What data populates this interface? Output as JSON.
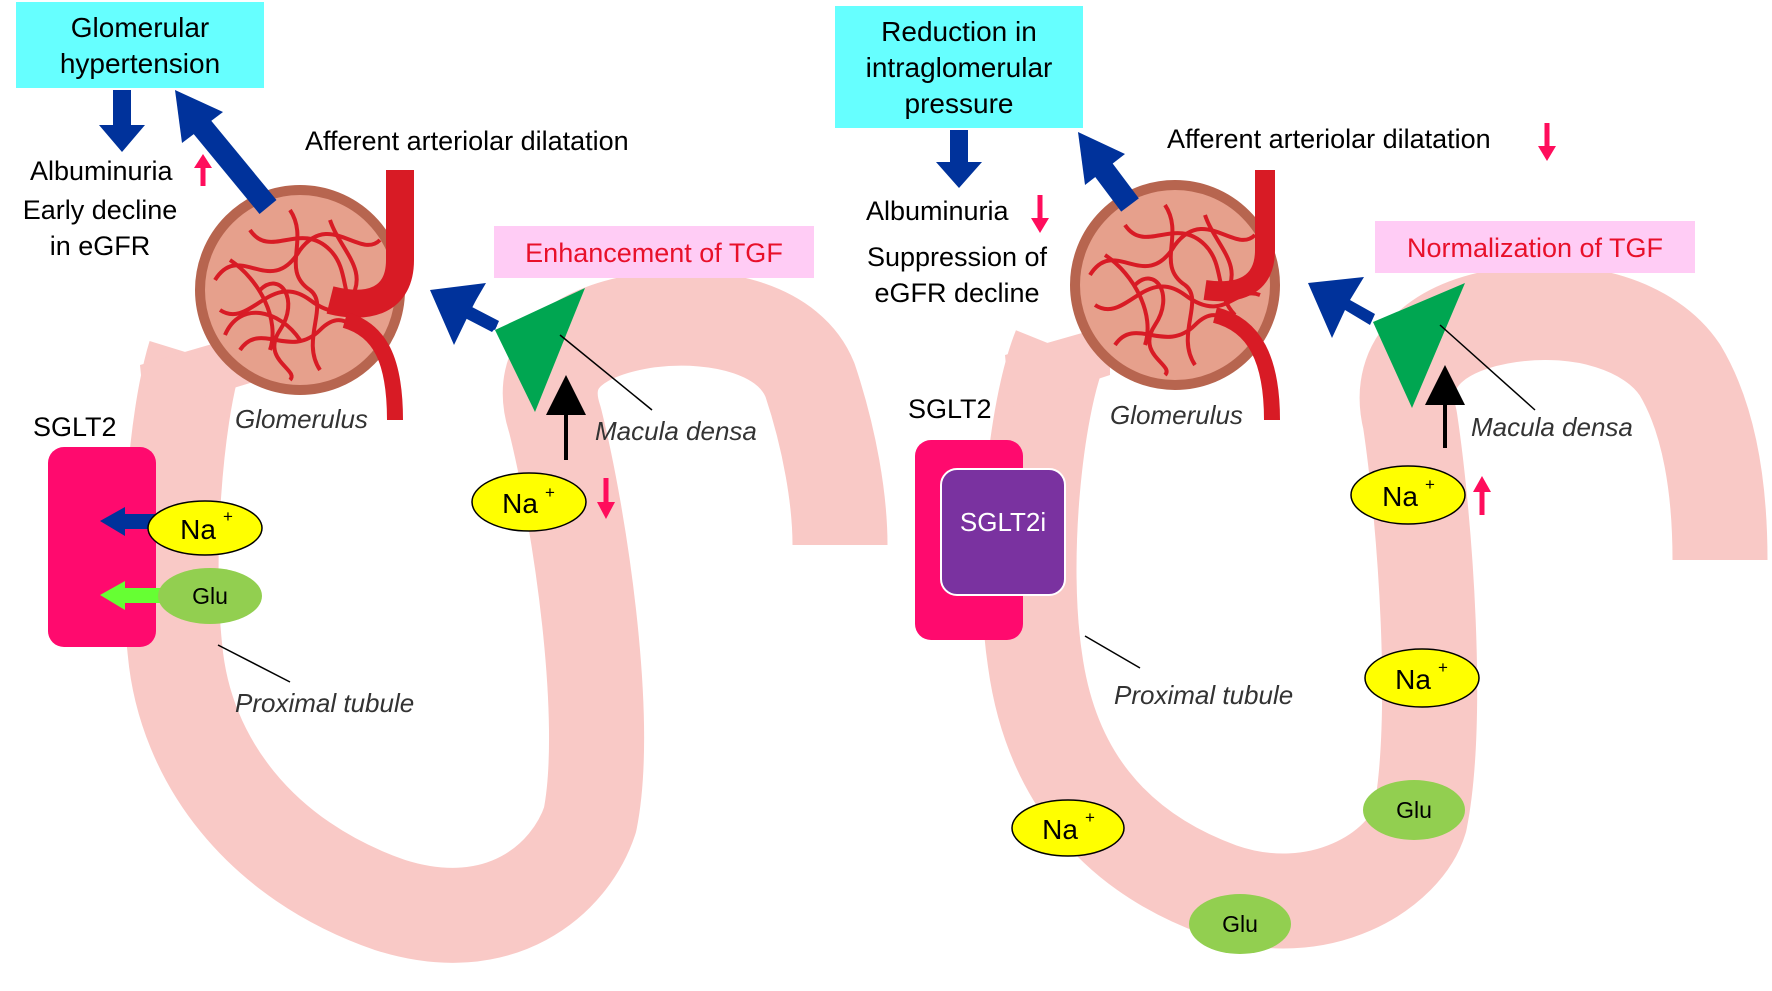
{
  "colors": {
    "tubule": "#f9c9c6",
    "cyan_box": "#66ffff",
    "pink_box": "#ffccf5",
    "blue_arrow": "#00329b",
    "red_text": "#ff0d2a",
    "up_down_arrow": "#ff0d5c",
    "sglt2": "#ff0a6e",
    "sglt2i": "#7a32a0",
    "na_ion": "#ffff00",
    "glu": "#92cf50",
    "macula_densa": "#00a651",
    "glomerulus_fill": "#e6a08c",
    "glomerulus_ring": "#b7654f",
    "vessel": "#d81b25",
    "glu_arrow": "#66ff33"
  },
  "left": {
    "glomerular_hypertension_l1": "Glomerular",
    "glomerular_hypertension_l2": "hypertension",
    "albuminuria": "Albuminuria",
    "early_decline_l1": "Early decline",
    "early_decline_l2": "in eGFR",
    "afferent": "Afferent arteriolar dilatation",
    "tgf": "Enhancement of TGF",
    "sglt2": "SGLT2",
    "glomerulus": "Glomerulus",
    "macula_densa": "Macula densa",
    "proximal_tubule": "Proximal tubule",
    "na": "Na",
    "na_sup": "+",
    "glu": "Glu"
  },
  "right": {
    "reduction_l1": "Reduction in",
    "reduction_l2": "intraglomerular",
    "reduction_l3": "pressure",
    "albuminuria": "Albuminuria",
    "suppression_l1": "Suppression of",
    "suppression_l2": "eGFR decline",
    "afferent": "Afferent arteriolar dilatation",
    "tgf": "Normalization of TGF",
    "sglt2": "SGLT2",
    "sglt2i": "SGLT2i",
    "glomerulus": "Glomerulus",
    "macula_densa": "Macula densa",
    "proximal_tubule": "Proximal tubule",
    "na": "Na",
    "na_sup": "+",
    "glu": "Glu"
  }
}
